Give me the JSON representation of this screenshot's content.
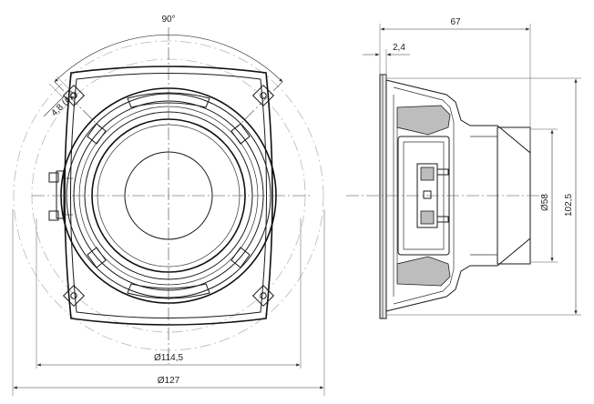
{
  "front_view": {
    "angle_label": "90°",
    "hole_label": "4,8 (4x)",
    "inner_diameter_label": "Ø114,5",
    "outer_diameter_label": "Ø127"
  },
  "side_view": {
    "depth_label": "67",
    "flange_label": "2,4",
    "magnet_diameter_label": "Ø58",
    "height_label": "102,5"
  }
}
